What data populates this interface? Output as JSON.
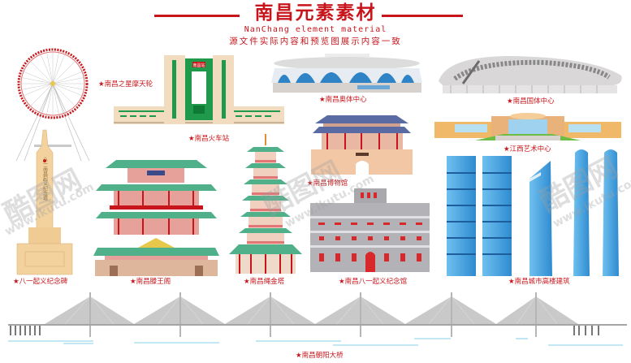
{
  "header": {
    "title": "南昌元素素材",
    "subtitle_en": "NanChang element material",
    "subtitle_cn": "源文件实际内容和预览图展示内容一致",
    "accent_color": "#c8151b"
  },
  "landmarks": [
    {
      "id": "ferris-wheel",
      "label": "★南昌之星摩天轮"
    },
    {
      "id": "railway-station",
      "label": "★南昌火车站",
      "sign": "南昌站"
    },
    {
      "id": "olympic-center",
      "label": "★南昌奥体中心"
    },
    {
      "id": "gymnasium",
      "label": "★南昌国体中心"
    },
    {
      "id": "museum",
      "label": "★南昌博物馆"
    },
    {
      "id": "art-center",
      "label": "★江西艺术中心"
    },
    {
      "id": "bayi-monument",
      "label": "★八一起义纪念碑",
      "inscription": "八一南昌起义纪念塔"
    },
    {
      "id": "tengwang-pavilion",
      "label": "★南昌滕王阁"
    },
    {
      "id": "shengjin-pagoda",
      "label": "★南昌绳金塔"
    },
    {
      "id": "bayi-memorial-hall",
      "label": "★南昌八一起义纪念馆"
    },
    {
      "id": "skyscrapers",
      "label": "★南昌城市高楼建筑"
    },
    {
      "id": "chaoyang-bridge",
      "label": "★南昌朝阳大桥"
    }
  ],
  "watermark": {
    "brand": "酷图网",
    "url": "www.ikutu.com"
  },
  "colors": {
    "red": "#c8151b",
    "green": "#1f9a4b",
    "teal_roof": "#4fb08a",
    "beige": "#f2d2a9",
    "sky_blue": "#4aa3dc",
    "grey": "#a9a9ad",
    "bridge_grey": "#b8b8b8",
    "water": "#5cc0e0"
  }
}
